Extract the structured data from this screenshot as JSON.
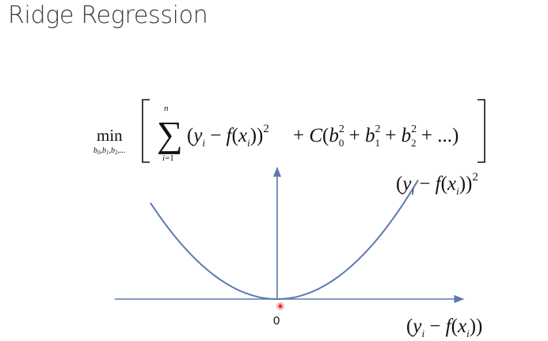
{
  "slide": {
    "title": "Ridge Regression"
  },
  "equation": {
    "operator": "min",
    "subscript": "b₀,b₁,b₂,...",
    "sum_upper": "n",
    "sum_lower": "i=1",
    "loss_term": "(yᵢ − f(xᵢ))²",
    "penalty_term": "+ C(b₀² + b₁² + b₂² + ...)"
  },
  "plot": {
    "curve_label": "(yᵢ − f(xᵢ))²",
    "x_axis_label": "(yᵢ − f(xᵢ))",
    "origin_label": "0",
    "curve_color": "#5f79ad",
    "axis_color": "#5f79ad",
    "cursor_color": "#e02424"
  }
}
